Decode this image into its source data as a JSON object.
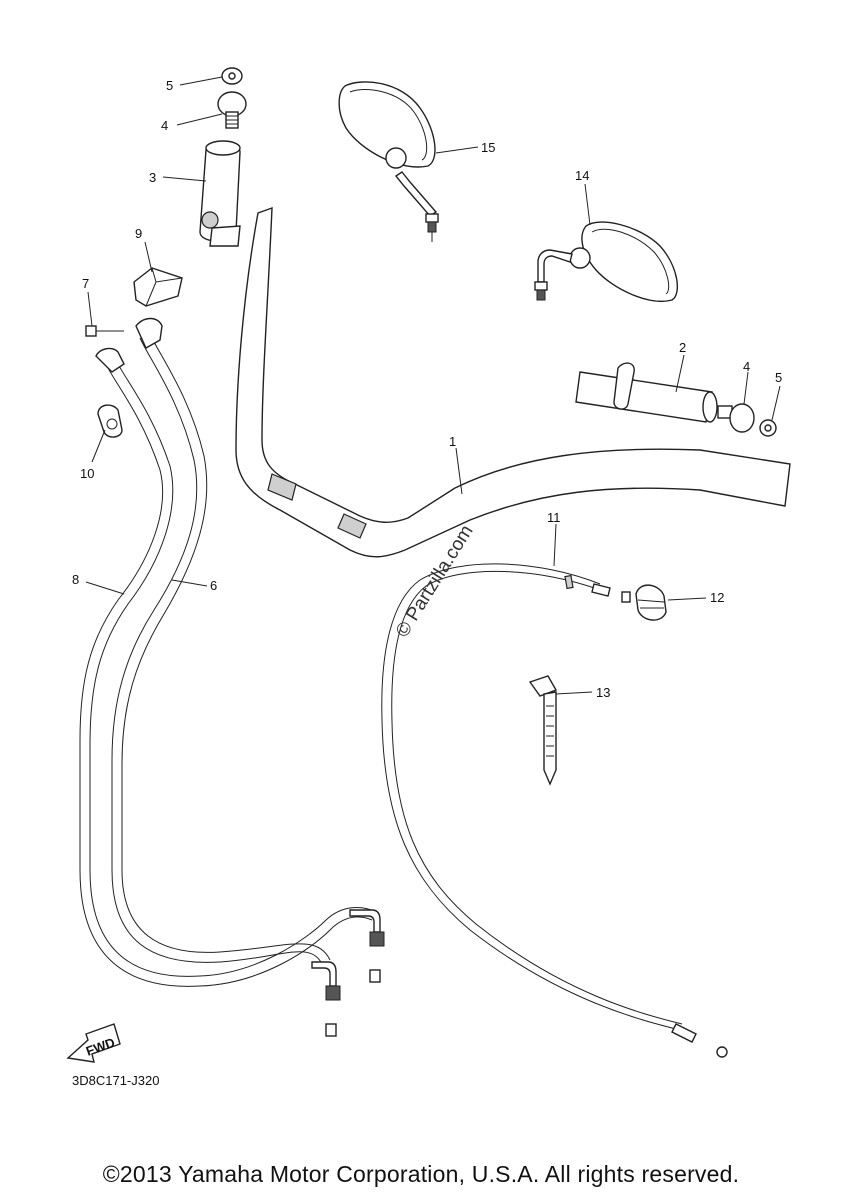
{
  "callouts": {
    "c1": "1",
    "c2": "2",
    "c3": "3",
    "c4a": "4",
    "c4b": "4",
    "c5a": "5",
    "c5b": "5",
    "c6": "6",
    "c7": "7",
    "c8": "8",
    "c9": "9",
    "c10": "10",
    "c11": "11",
    "c12": "12",
    "c13": "13",
    "c14": "14",
    "c15": "15"
  },
  "fwd_label": "FWD",
  "diagram_code": "3D8C171-J320",
  "watermark": "© Partzilla.com",
  "copyright": "©2013 Yamaha Motor Corporation, U.S.A. All rights reserved."
}
